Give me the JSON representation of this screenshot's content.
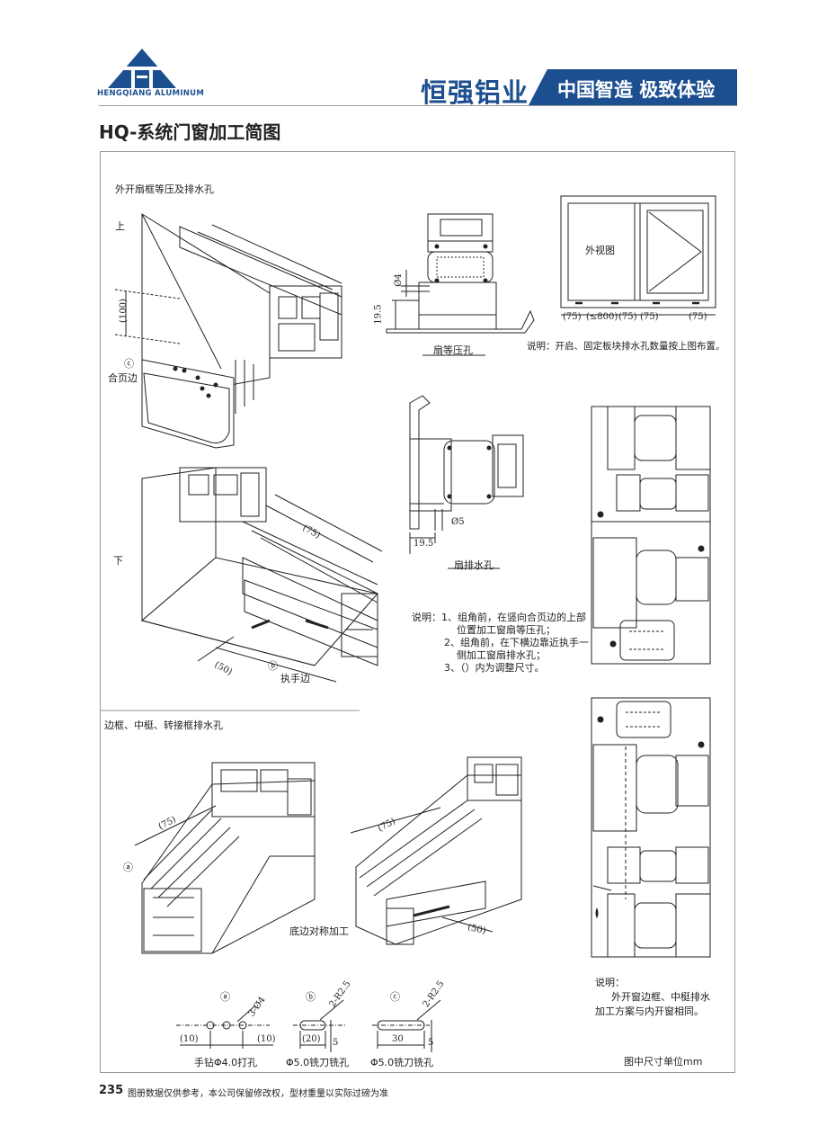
{
  "header": {
    "logo_text": "HENGQIANG ALUMINUM",
    "brand": "恒强铝业",
    "slogan": "中国智造 极致体验"
  },
  "page_title": "HQ-系统门窗加工简图",
  "colors": {
    "brand_blue": "#1c4f8f",
    "line": "#222222",
    "frame_border": "#9a9a9a"
  },
  "sections": {
    "sash_label": "外开扇框等压及排水孔",
    "top_label": "上",
    "bottom_label": "下",
    "hinge_side": "合页边",
    "handle_side": "执手边",
    "frame_label": "边框、中梃、转接框排水孔",
    "bottom_symmetric": "底边对称加工"
  },
  "markers": {
    "a": "ⓐ",
    "b": "ⓑ",
    "c": "ⓒ"
  },
  "dims": {
    "d100": "(100)",
    "d75": "(75)",
    "d50": "(50)",
    "d4": "Ø4",
    "d195": "19.5",
    "d5": "Ø5",
    "d195b": "19.5",
    "d20": "(20)",
    "d30": "30",
    "d10a": "(10)",
    "d10b": "(10)",
    "d5v": "5",
    "d5v2": "5",
    "d75_left": "(75)",
    "d75_right": "(75)",
    "d3phi4": "3-Ø4",
    "d2r25": "2-R2.5",
    "d2r25b": "2-R2.5"
  },
  "elevation": {
    "title": "外视图",
    "dims": [
      "(75)",
      "(≤800)",
      "(75)",
      "(75)",
      "(75)"
    ],
    "note": "说明：开启、固定板块排水孔数量按上图布置。"
  },
  "captions": {
    "sash_press": "扇等压孔",
    "sash_drain": "扇排水孔",
    "drill_hole": "手钻Φ4.0打孔",
    "mill_hole_1": "Φ5.0铣刀铣孔",
    "mill_hole_2": "Φ5.0铣刀铣孔",
    "unit_note": "图中尺寸单位mm"
  },
  "notes_middle": [
    "说明：1、组角前，在竖向合页边的上部",
    "位置加工窗扇等压孔；",
    "2、组角前，在下横边靠近执手一",
    "侧加工窗扇排水孔；",
    "3、（）内为调整尺寸。"
  ],
  "notes_right": [
    "说明：",
    "外开窗边框、中梃排水",
    "加工方案与内开窗相同。"
  ],
  "footer": {
    "page_number": "235",
    "note": "图册数据仅供参考，本公司保留修改权，型材重量以实际过磅为准"
  }
}
